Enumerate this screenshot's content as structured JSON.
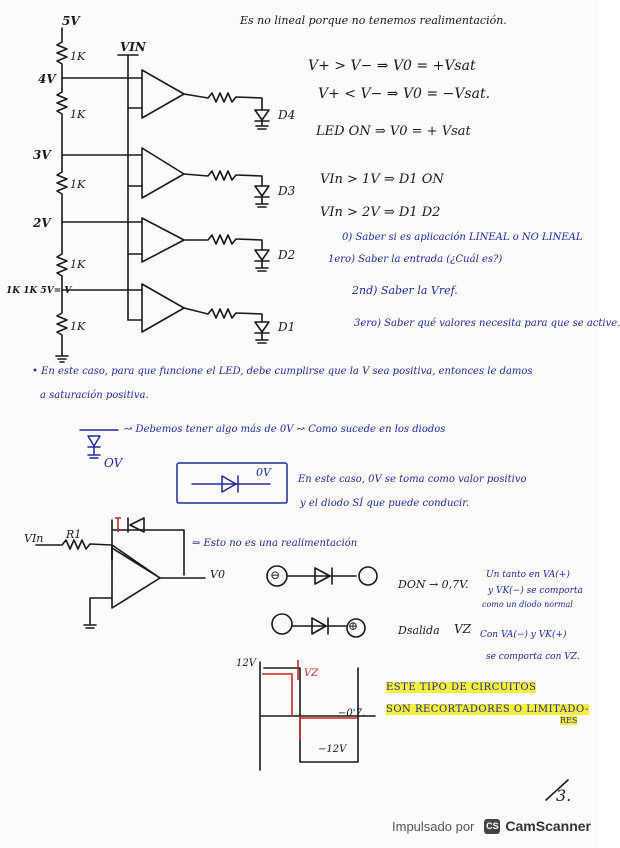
{
  "schematic": {
    "v5": "5V",
    "vin": "VIN",
    "v4": "4V",
    "v3": "3V",
    "v2": "2V",
    "v1": "1K 1K 5V= V",
    "r": [
      "1K",
      "1K",
      "1K",
      "1K",
      "1K"
    ],
    "d4": "D4",
    "d3": "D3",
    "d2": "D2",
    "d1": "D1"
  },
  "notes": {
    "header": "Es no lineal porque no tenemos realimentación.",
    "rule1": "V+ > V− ⇒ V0 = +Vsat",
    "rule2": "V+ < V− ⇒ V0 = −Vsat.",
    "led_on": "LED ON ⇒ V0 = + Vsat",
    "vin1": "VIn > 1V ⇒ D1 ON",
    "vin2": "VIn > 2V ⇒ D1 D2",
    "step0": "0) Saber si es aplicación LINEAL o NO LINEAL",
    "step1": "1ero) Saber la entrada (¿Cuál es?)",
    "step2": "2nd) Saber la Vref.",
    "step3": "3ero) Saber qué valores necesita para que se active.",
    "para1a": "• En este caso, para que funcione el LED, debe cumplirse que la V sea positiva, entonces le damos",
    "para1b": "a saturación positiva.",
    "led_text": "↝ Debemos tener algo más de 0V ↝ Como sucede en los diodos",
    "ov": "OV",
    "box_label": "0V",
    "box_text1": "En este caso, 0V se toma como valor positivo",
    "box_text2": "y el diodo SÍ que puede conducir.",
    "circuit_vin": "VIn",
    "circuit_r1": "R1",
    "circuit_vo": "V0",
    "realim": "⇒ Esto no es una realimentación",
    "zener_plus": "⊕",
    "zener_minus": "⊖",
    "don": "DON → 0,7V.",
    "don_note1": "Un tanto en VA(+)",
    "don_note2": "y VK(−) se comporta",
    "don_note3": "como un diodo normal",
    "dsalida": "Dsalida",
    "vz": "VZ",
    "vz_note1": "Con VA(−) y VK(+)",
    "vz_note2": "se comporta con VZ.",
    "graph_top": "12V",
    "graph_vz": "VZ",
    "graph_mid": "−0'7.",
    "graph_bot": "−12V",
    "hl1": "ESTE TIPO DE CIRCUITOS",
    "hl2": "SON RECORTADORES O LIMITADO-",
    "hl3": "RES",
    "page_num": "3."
  },
  "footer": {
    "powered": "Impulsado por",
    "logo": "CS",
    "brand": "CamScanner"
  }
}
